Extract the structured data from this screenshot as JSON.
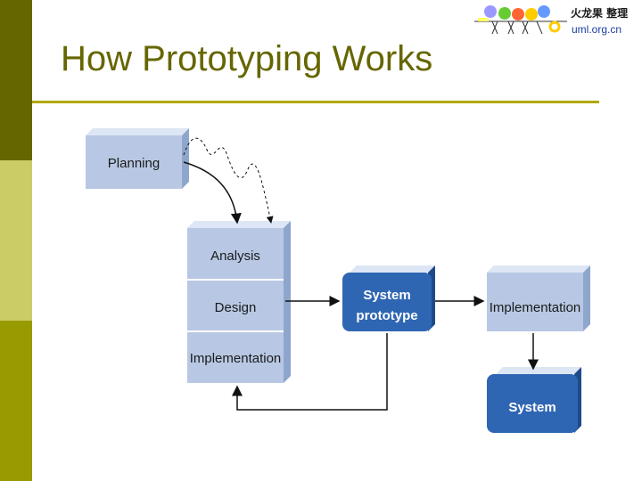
{
  "slide": {
    "title": "How Prototyping Works"
  },
  "logo": {
    "text_cn": "火龙果 整理",
    "url": "uml.org.cn"
  },
  "diagram": {
    "planning": "Planning",
    "analysis": "Analysis",
    "design": "Design",
    "implementation_stack": "Implementation",
    "prototype_line1": "System",
    "prototype_line2": "prototype",
    "implementation_right": "Implementation",
    "system": "System"
  },
  "colors": {
    "sidebar_dark": "#666600",
    "sidebar_light": "#cccc66",
    "sidebar_mid": "#999900",
    "title": "#666600",
    "light_box": "#b8c8e4",
    "dark_box": "#2f66b3"
  }
}
